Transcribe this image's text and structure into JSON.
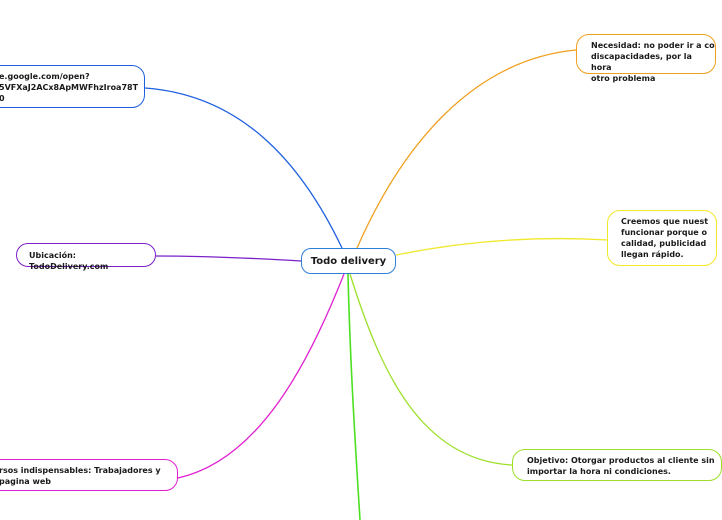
{
  "diagram": {
    "center": {
      "label": "Todo delivery"
    },
    "branches": [
      {
        "id": "necesidad",
        "label": "Necesidad: no poder ir a co\ndiscapacidades, por la hora\notro problema",
        "color": "#f0a020"
      },
      {
        "id": "creemos",
        "label": "Creemos que nuest\nfuncionar porque o\ncalidad, publicidad\nllegan rápido.",
        "color": "#f2e82a"
      },
      {
        "id": "objetivo",
        "label": " Objetivo: Otorgar productos al cliente sin\nimportar la hora ni condiciones.",
        "color": "#9ce02a"
      },
      {
        "id": "bottom",
        "label": "",
        "color": "#4ce020"
      },
      {
        "id": "recursos",
        "label": "rsos indispensables: Trabajadores y\npagina web",
        "color": "#e020d0"
      },
      {
        "id": "ubicacion",
        "label": "Ubicación: TodoDelivery.com",
        "color": "#7a20c8"
      },
      {
        "id": "link",
        "label": "e.google.com/open?\n5VFXaJ2ACx8ApMWFhzIroa78T\n0",
        "color": "#2060e0"
      }
    ]
  }
}
